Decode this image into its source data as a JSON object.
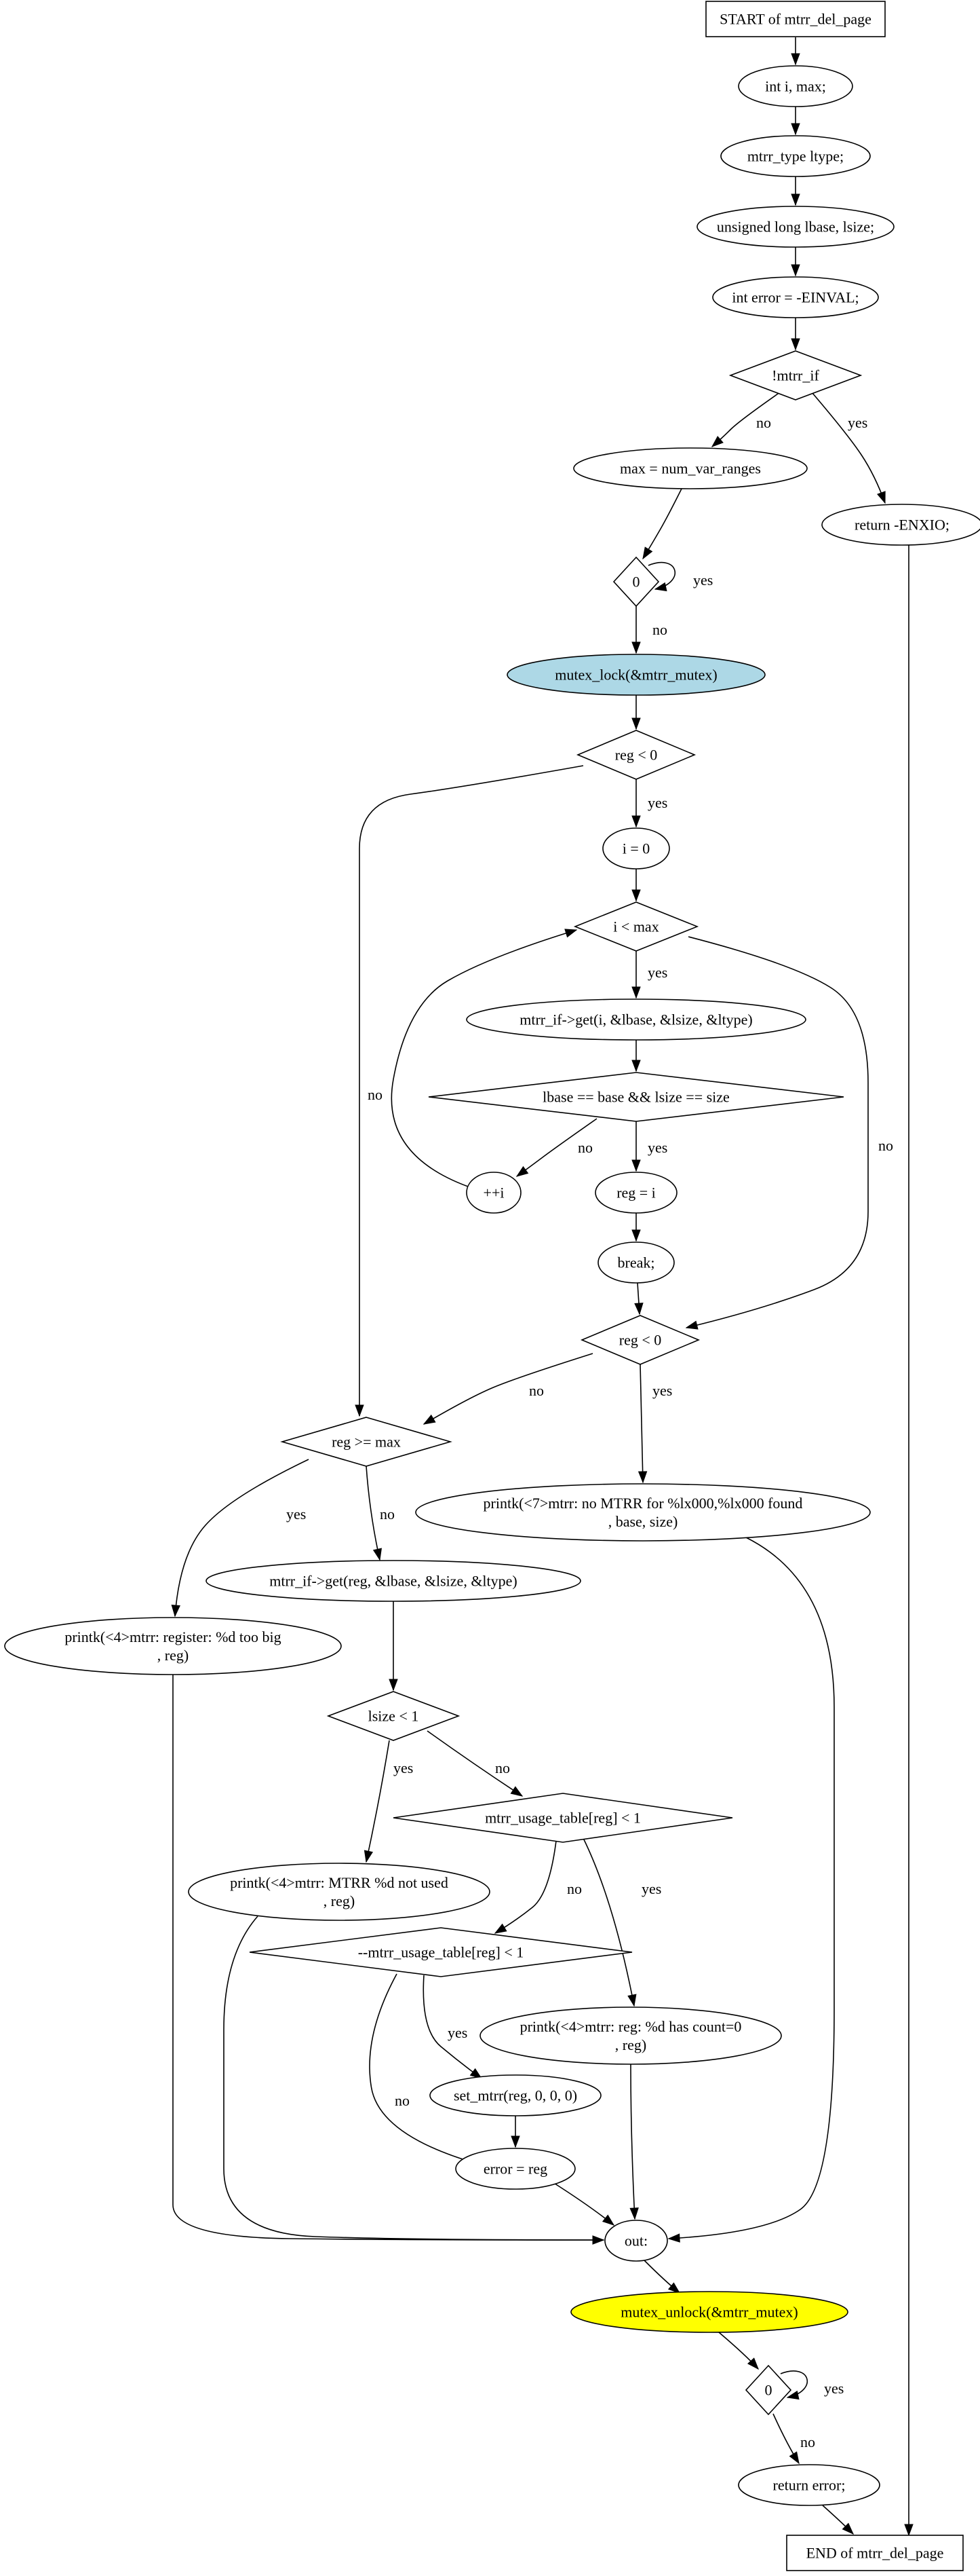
{
  "nodes": [
    {
      "id": "start",
      "shape": "box",
      "lines": [
        "START of mtrr_del_page"
      ]
    },
    {
      "id": "n1",
      "shape": "ellipse",
      "lines": [
        "int i, max;"
      ]
    },
    {
      "id": "n2",
      "shape": "ellipse",
      "lines": [
        "mtrr_type ltype;"
      ]
    },
    {
      "id": "n3",
      "shape": "ellipse",
      "lines": [
        "unsigned long lbase, lsize;"
      ]
    },
    {
      "id": "n4",
      "shape": "ellipse",
      "lines": [
        "int error = -EINVAL;"
      ]
    },
    {
      "id": "d1",
      "shape": "diamond",
      "lines": [
        "!mtrr_if"
      ]
    },
    {
      "id": "n5",
      "shape": "ellipse",
      "lines": [
        "max = num_var_ranges"
      ]
    },
    {
      "id": "n6",
      "shape": "ellipse",
      "lines": [
        "return -ENXIO;"
      ]
    },
    {
      "id": "d2",
      "shape": "diamond",
      "lines": [
        "0"
      ]
    },
    {
      "id": "n7",
      "shape": "ellipse",
      "fill": "#add8e6",
      "lines": [
        "mutex_lock(&mtrr_mutex)"
      ]
    },
    {
      "id": "d3",
      "shape": "diamond",
      "lines": [
        "reg < 0"
      ]
    },
    {
      "id": "n8",
      "shape": "ellipse",
      "lines": [
        "i = 0"
      ]
    },
    {
      "id": "d4",
      "shape": "diamond",
      "lines": [
        "i < max"
      ]
    },
    {
      "id": "n9",
      "shape": "ellipse",
      "lines": [
        "mtrr_if->get(i, &lbase, &lsize, &ltype)"
      ]
    },
    {
      "id": "d5",
      "shape": "diamond",
      "lines": [
        "lbase == base && lsize == size"
      ]
    },
    {
      "id": "n10",
      "shape": "ellipse",
      "lines": [
        "++i"
      ]
    },
    {
      "id": "n11",
      "shape": "ellipse",
      "lines": [
        "reg = i"
      ]
    },
    {
      "id": "n12",
      "shape": "ellipse",
      "lines": [
        "break;"
      ]
    },
    {
      "id": "d6",
      "shape": "diamond",
      "lines": [
        "reg < 0"
      ]
    },
    {
      "id": "d7",
      "shape": "diamond",
      "lines": [
        "reg >= max"
      ]
    },
    {
      "id": "n13",
      "shape": "ellipse",
      "lines": [
        "printk(<7>mtrr: no MTRR for %lx000,%lx000 found",
        ", base, size)"
      ]
    },
    {
      "id": "n14",
      "shape": "ellipse",
      "lines": [
        "mtrr_if->get(reg, &lbase, &lsize, &ltype)"
      ]
    },
    {
      "id": "n15",
      "shape": "ellipse",
      "lines": [
        "printk(<4>mtrr: register: %d too big",
        ", reg)"
      ]
    },
    {
      "id": "d8",
      "shape": "diamond",
      "lines": [
        "lsize < 1"
      ]
    },
    {
      "id": "d9",
      "shape": "diamond",
      "lines": [
        "mtrr_usage_table[reg] < 1"
      ]
    },
    {
      "id": "n16",
      "shape": "ellipse",
      "lines": [
        "printk(<4>mtrr: MTRR %d not used",
        ", reg)"
      ]
    },
    {
      "id": "d10",
      "shape": "diamond",
      "lines": [
        "--mtrr_usage_table[reg] < 1"
      ]
    },
    {
      "id": "n17",
      "shape": "ellipse",
      "lines": [
        "printk(<4>mtrr: reg: %d has count=0",
        ", reg)"
      ]
    },
    {
      "id": "n18",
      "shape": "ellipse",
      "lines": [
        "set_mtrr(reg, 0, 0, 0)"
      ]
    },
    {
      "id": "n19",
      "shape": "ellipse",
      "lines": [
        "error = reg"
      ]
    },
    {
      "id": "n20",
      "shape": "ellipse",
      "lines": [
        "out:"
      ]
    },
    {
      "id": "n21",
      "shape": "ellipse",
      "fill": "#ffff00",
      "lines": [
        "mutex_unlock(&mtrr_mutex)"
      ]
    },
    {
      "id": "d11",
      "shape": "diamond",
      "lines": [
        "0"
      ]
    },
    {
      "id": "n22",
      "shape": "ellipse",
      "lines": [
        "return error;"
      ]
    },
    {
      "id": "end",
      "shape": "box",
      "lines": [
        "END of mtrr_del_page"
      ]
    }
  ],
  "edges": [
    {
      "from": "start",
      "to": "n1"
    },
    {
      "from": "n1",
      "to": "n2"
    },
    {
      "from": "n2",
      "to": "n3"
    },
    {
      "from": "n3",
      "to": "n4"
    },
    {
      "from": "n4",
      "to": "d1"
    },
    {
      "from": "d1",
      "to": "n5",
      "label": "no"
    },
    {
      "from": "d1",
      "to": "n6",
      "label": "yes"
    },
    {
      "from": "n5",
      "to": "d2"
    },
    {
      "from": "d2",
      "to": "d2",
      "label": "yes"
    },
    {
      "from": "d2",
      "to": "n7",
      "label": "no"
    },
    {
      "from": "n7",
      "to": "d3"
    },
    {
      "from": "d3",
      "to": "n8",
      "label": "yes"
    },
    {
      "from": "d3",
      "to": "d7",
      "label": "no"
    },
    {
      "from": "n8",
      "to": "d4"
    },
    {
      "from": "d4",
      "to": "n9",
      "label": "yes"
    },
    {
      "from": "d4",
      "to": "d6",
      "label": "no"
    },
    {
      "from": "n9",
      "to": "d5"
    },
    {
      "from": "d5",
      "to": "n10",
      "label": "no"
    },
    {
      "from": "d5",
      "to": "n11",
      "label": "yes"
    },
    {
      "from": "n10",
      "to": "d4"
    },
    {
      "from": "n11",
      "to": "n12"
    },
    {
      "from": "n12",
      "to": "d6"
    },
    {
      "from": "d6",
      "to": "d7",
      "label": "no"
    },
    {
      "from": "d6",
      "to": "n13",
      "label": "yes"
    },
    {
      "from": "d7",
      "to": "n15",
      "label": "yes"
    },
    {
      "from": "d7",
      "to": "n14",
      "label": "no"
    },
    {
      "from": "n13",
      "to": "n20"
    },
    {
      "from": "n14",
      "to": "d8"
    },
    {
      "from": "n15",
      "to": "n20"
    },
    {
      "from": "d8",
      "to": "n16",
      "label": "yes"
    },
    {
      "from": "d8",
      "to": "d9",
      "label": "no"
    },
    {
      "from": "d9",
      "to": "d10",
      "label": "no"
    },
    {
      "from": "d9",
      "to": "n17",
      "label": "yes"
    },
    {
      "from": "n16",
      "to": "n20"
    },
    {
      "from": "d10",
      "to": "n18",
      "label": "yes"
    },
    {
      "from": "d10",
      "to": "n19",
      "label": "no"
    },
    {
      "from": "n17",
      "to": "n20"
    },
    {
      "from": "n18",
      "to": "n19"
    },
    {
      "from": "n19",
      "to": "n20"
    },
    {
      "from": "n20",
      "to": "n21"
    },
    {
      "from": "n21",
      "to": "d11"
    },
    {
      "from": "d11",
      "to": "d11",
      "label": "yes"
    },
    {
      "from": "d11",
      "to": "n22",
      "label": "no"
    },
    {
      "from": "n22",
      "to": "end"
    },
    {
      "from": "n6",
      "to": "end"
    }
  ]
}
